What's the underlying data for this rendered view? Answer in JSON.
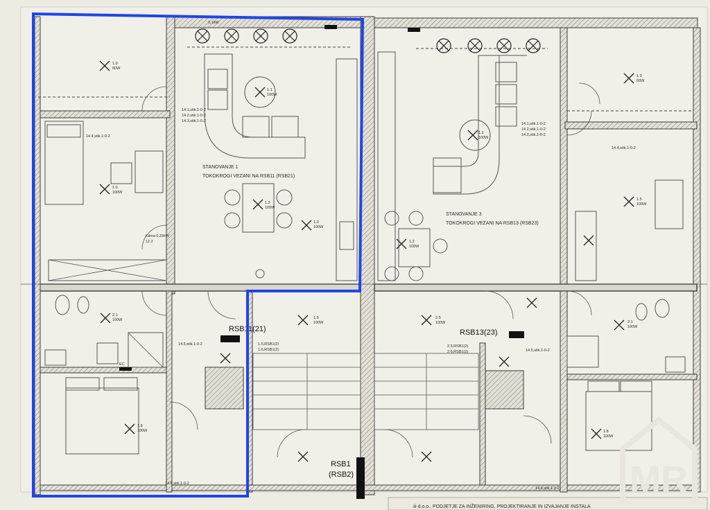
{
  "apartment_1": {
    "name": "STANOVANJE 1",
    "feed": "TOKOKROGI VEZANI NA RSB11 (RSB21)"
  },
  "apartment_3": {
    "name": "STANOVANJE 3",
    "feed": "TOKOKROGI VEZANI NA RSB13 (RSB23)"
  },
  "boards": {
    "rsb11_21": "RSB11(21)",
    "rsb13_23": "RSB13(23)",
    "rsb1": "RSB1",
    "rsb2": "(RSB2)"
  },
  "lights": {
    "l1_1": "1.1",
    "l1_1w": "100W",
    "l1_2": "1.2",
    "l1_2w": "100W",
    "l1_3": "1.3",
    "l1_3w": "100W",
    "l1_6": "1.6",
    "l1_6w": "100W",
    "l1_8": "1.8",
    "l1_8w": "100W",
    "l1_9": "1.9",
    "l1_9w": "60W",
    "l2_1": "2.1",
    "l2_1w": "100W",
    "l1_5": "1.5",
    "l1_5w": "100W",
    "l2_5": "2.5",
    "l2_5w": "100W",
    "r1_1": "1.1",
    "r1_1w": "100W",
    "r1_2": "1.2",
    "r1_2w": "100W",
    "r1_5": "1.5",
    "r1_5w": "100W",
    "r1_9": "1.9",
    "r1_9w": "60W",
    "r2_1": "2.1",
    "r2_1w": "100W",
    "r1_8": "1.8",
    "r1_8w": "100W"
  },
  "circuits": {
    "c1": "14.1,stik.1-0-2",
    "c2": "14.2,stik.1-0-2",
    "c3": "14.3,stik.1-0-2",
    "c4": "14.4,stik.1-0-2",
    "c5": "14.5,stik.1-0-2",
    "c6": "14.6,stik.1-0-2",
    "c7": "1.5,RSB1(2)",
    "c8": "1.6,RSB1(2)",
    "c9": "2.5,RSB1(2)",
    "c10": "2.6,RSB1(2)",
    "klima1": "Klima 0,15kW",
    "klima2": "12.2",
    "klima3": "0,1kW",
    "ec": "EC"
  },
  "footer": {
    "company": "iii d.o.o., PODJETJE ZA INŽENIRING, PROJEKTIRANJE IN IZVAJANJE INSTALA"
  },
  "logo": {
    "letters": "MR",
    "color": "#e9e6df"
  },
  "colors": {
    "highlight": "#1f45e8",
    "paper": "#ecece3",
    "wall": "#d9d6cc"
  }
}
